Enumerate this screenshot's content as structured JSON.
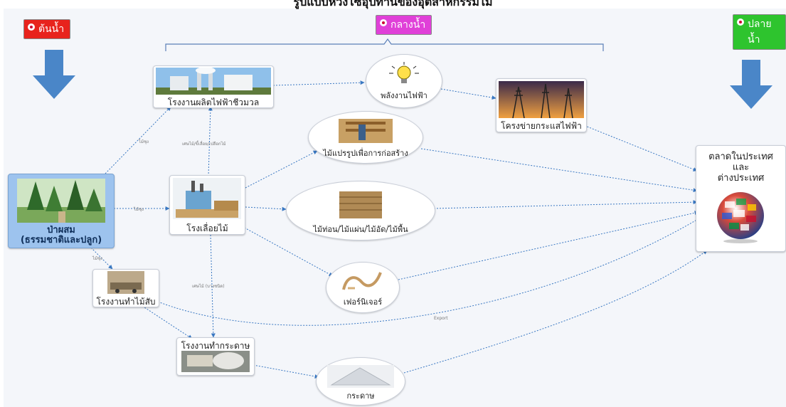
{
  "title": "รูปแบบห่วงโซ่อุปทานของอุตสาหกรรมไม้",
  "stages": {
    "upstream": "ต้นน้ำ",
    "midstream": "กลางน้ำ",
    "downstream": "ปลายน้ำ",
    "upstream_color": "#e8231d",
    "midstream_color": "#e040d8",
    "downstream_color": "#2ec42e"
  },
  "nodes": {
    "forest": "ป่าผสม\n(ธรรมชาติและปลูก)",
    "biomass_plant": "โรงงานผลิตไฟฟ้าชีวมวล",
    "power": "พลังงานไฟฟ้า",
    "grid": "โครงข่ายกระแสไฟฟ้า",
    "construction_wood": "ไม้แปรรูปเพื่อการก่อสร้าง",
    "sawmill": "โรงเลื่อยไม้",
    "lumber": "ไม้ท่อน/ไม้แผ่น/ไม้อัด/ไม้พื้น",
    "furniture": "เฟอร์นิเจอร์",
    "chip_mill": "โรงงานทำไม้สับ",
    "paper_mill": "โรงงานทำกระดาษ",
    "paper": "กระดาษ",
    "market": "ตลาดในประเทศ\nและ\nต่างประเทศ"
  },
  "edge_labels": {
    "forest_to_biomass": "ไม้ซุง",
    "sawmill_to_biomass": "เศษไม้/ขี้เลื่อย/เปลือกไม้",
    "forest_to_sawmill": "ไม้ซุง",
    "forest_to_chip": "ไม้ซุง",
    "sawmill_to_paper": "เศษไม้ (บางชนิด)",
    "export": "Export"
  },
  "icons": {
    "upstream_arrow": "down-arrow-icon",
    "downstream_arrow": "down-arrow-icon",
    "market": "globe-flags-icon",
    "power": "light-bulb-icon"
  }
}
